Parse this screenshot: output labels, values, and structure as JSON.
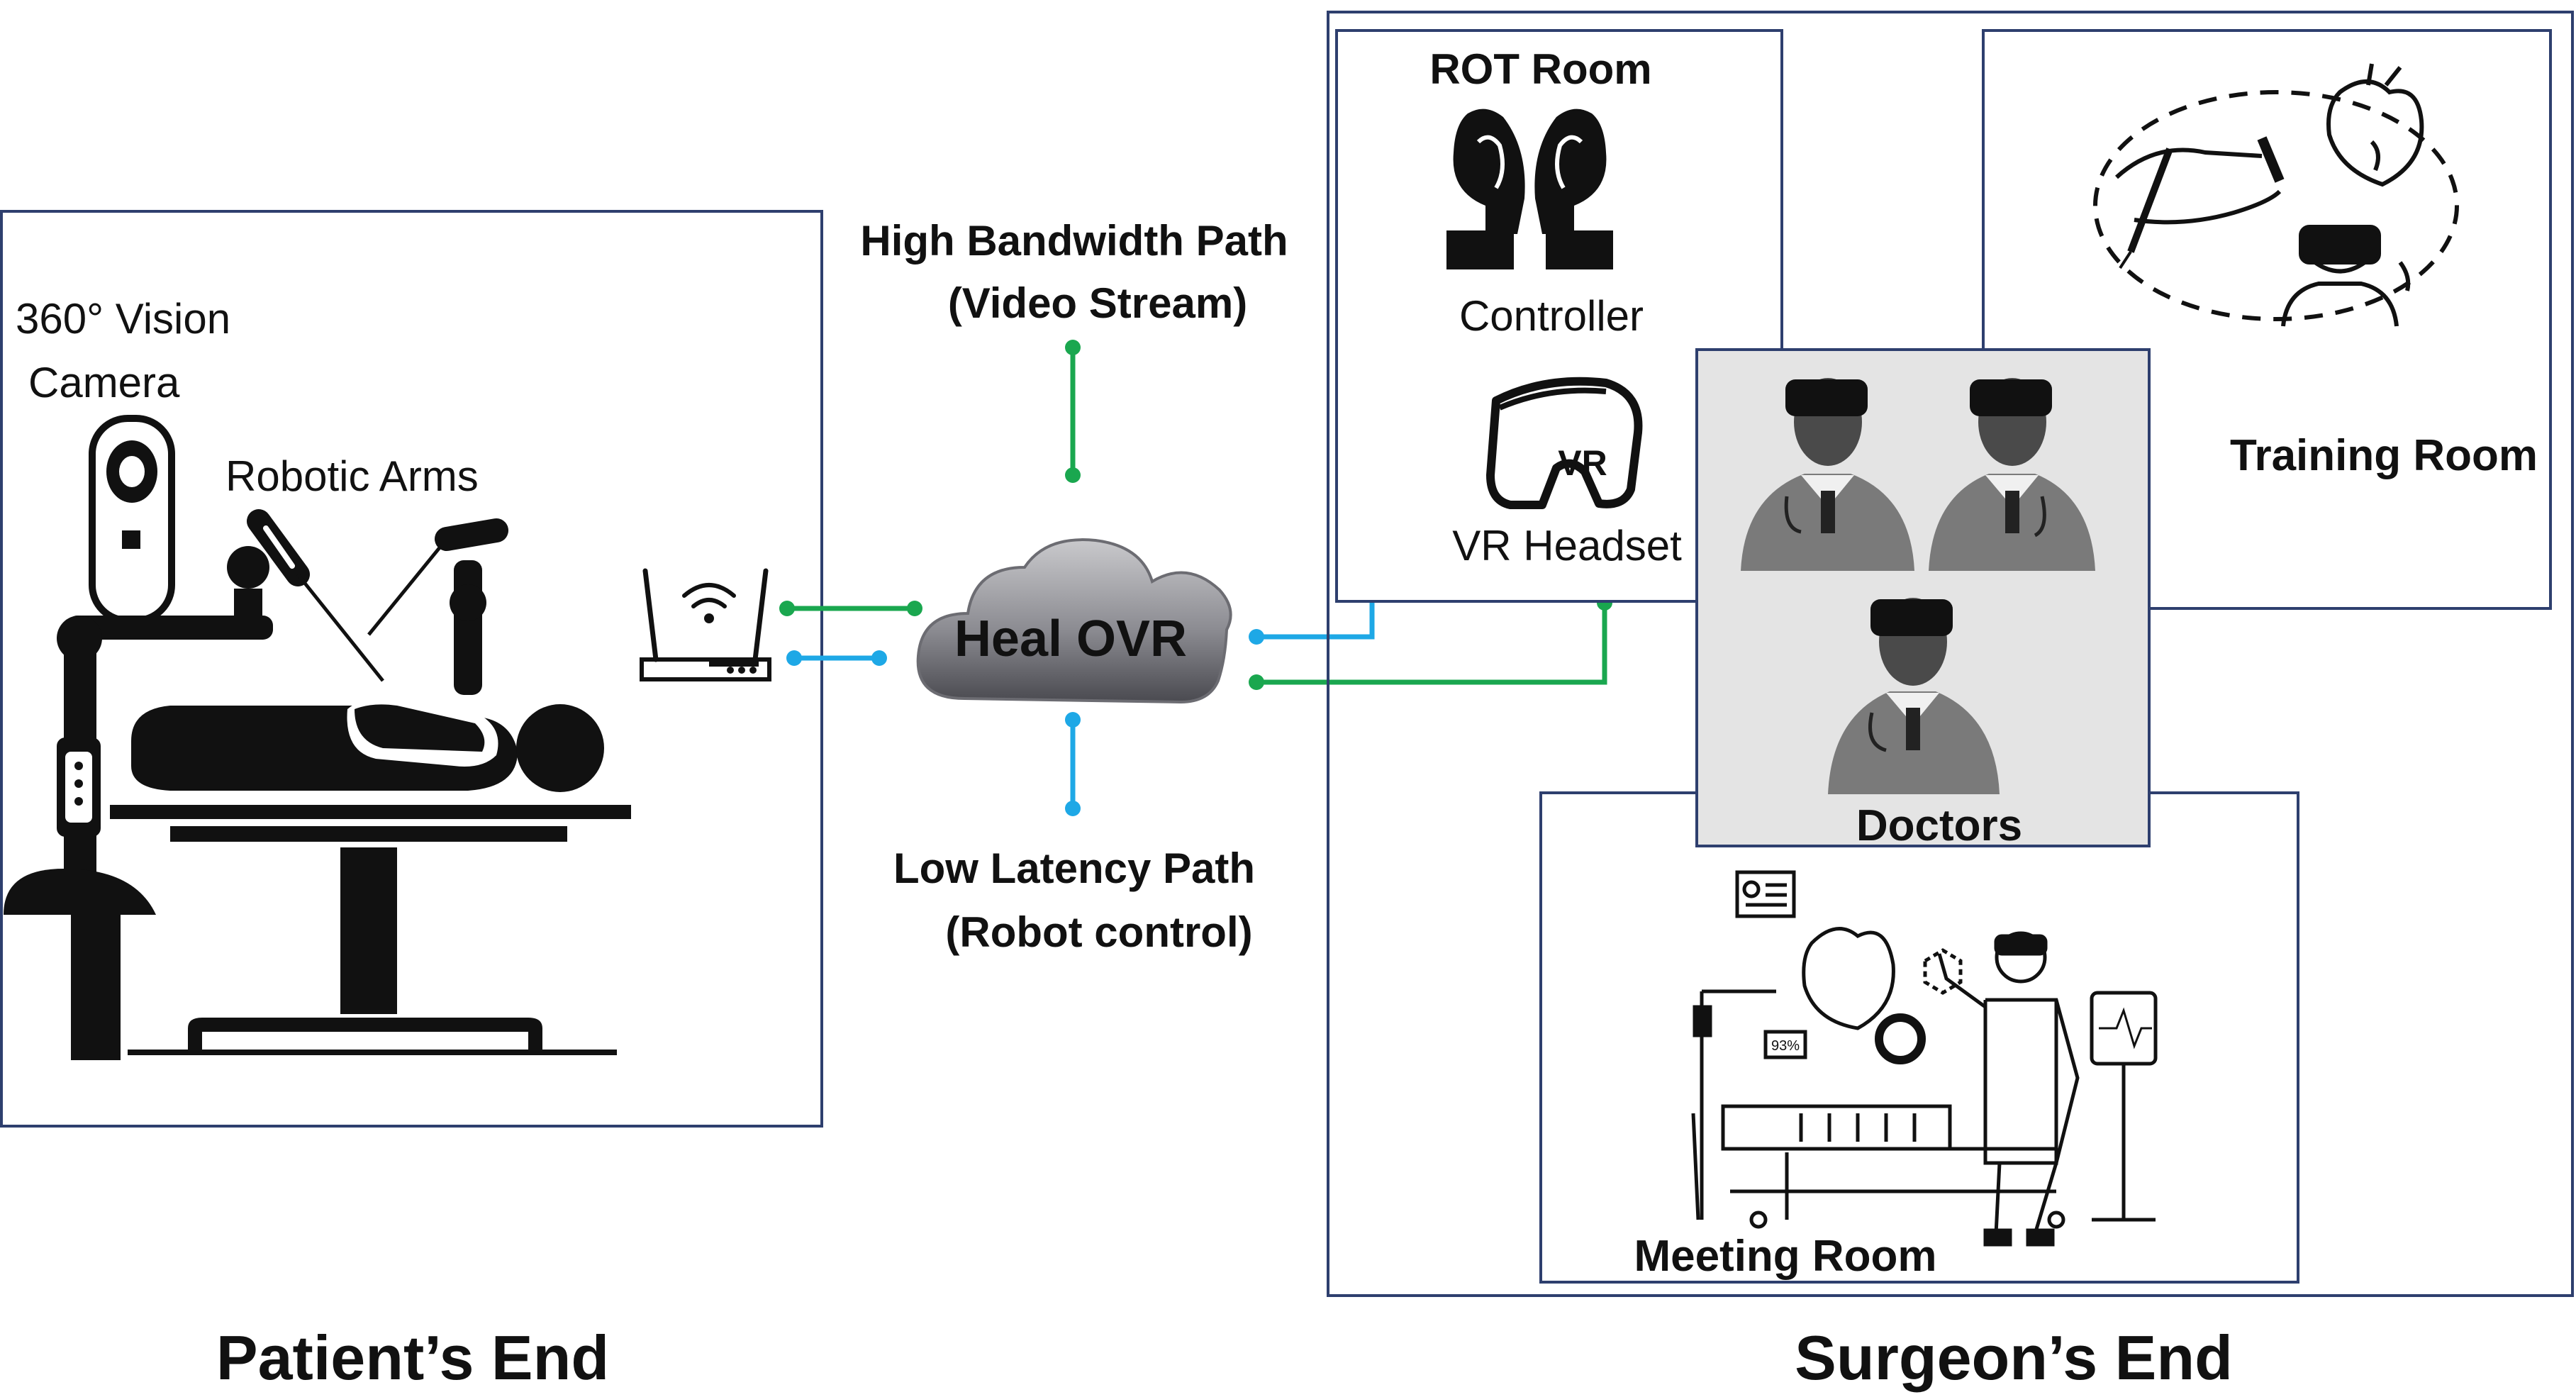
{
  "labels": {
    "camera_line1": "360° Vision",
    "camera_line2": "Camera",
    "robotic_arms": "Robotic Arms",
    "high_bw_line1": "High Bandwidth Path",
    "high_bw_line2": "(Video Stream)",
    "low_lat_line1": "Low Latency Path",
    "low_lat_line2": "(Robot control)",
    "cloud": "Heal OVR",
    "rot_room": "ROT Room",
    "controller": "Controller",
    "vr_headset": "VR Headset",
    "vr_mark": "VR",
    "training_room": "Training Room",
    "doctors": "Doctors",
    "meeting_room": "Meeting Room",
    "patients_end": "Patient’s End",
    "surgeons_end": "Surgeon’s End",
    "monitor_stat": "93%"
  },
  "colors": {
    "green_path": "#1aa74f",
    "blue_path": "#1ea8e6",
    "frame": "#2e3f6e",
    "doctors_bg": "#e4e4e4"
  }
}
